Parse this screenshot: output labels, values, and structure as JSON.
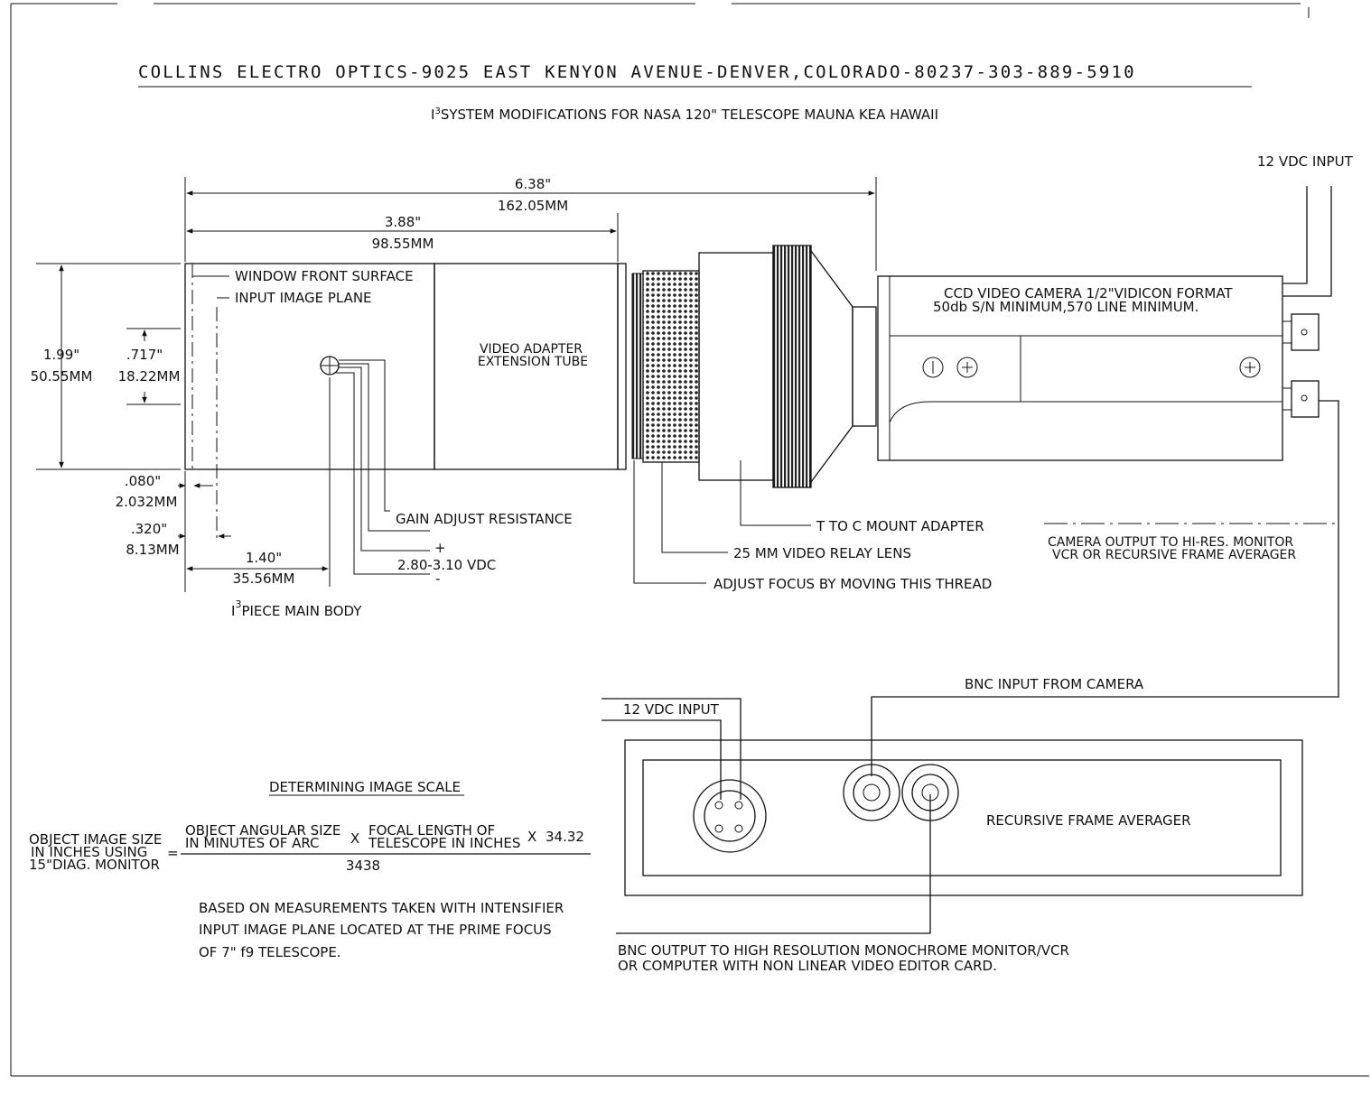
{
  "header": {
    "company": "COLLINS ELECTRO OPTICS-9025 EAST KENYON AVENUE-DENVER,COLORADO-80237-303-889-5910",
    "subtitle_prefix": "I",
    "subtitle_sup": "3",
    "subtitle_rest": "SYSTEM MODIFICATIONS FOR NASA 120\" TELESCOPE MAUNA KEA HAWAII"
  },
  "dimensions": {
    "overall_in": "6.38\"",
    "overall_mm": "162.05MM",
    "tube_in": "3.88\"",
    "tube_mm": "98.55MM",
    "height_in": "1.99\"",
    "height_mm": "50.55MM",
    "image_in": ".717\"",
    "image_mm": "18.22MM",
    "window_in": ".080\"",
    "window_mm": "2.032MM",
    "plane_in": ".320\"",
    "plane_mm": "8.13MM",
    "body_in": "1.40\"",
    "body_mm": "35.56MM"
  },
  "callouts": {
    "window_front": "WINDOW FRONT SURFACE",
    "input_plane": "INPUT IMAGE PLANE",
    "video_adapter_1": "VIDEO ADAPTER",
    "video_adapter_2": "EXTENSION TUBE",
    "gain_adjust": "GAIN ADJUST RESISTANCE",
    "plus": "+",
    "voltage": "2.80-3.10 VDC",
    "minus": "-",
    "main_body_prefix": "I",
    "main_body_sup": "3",
    "main_body_rest": "PIECE MAIN BODY",
    "t_to_c": "T TO C MOUNT ADAPTER",
    "relay_lens": "25 MM  VIDEO RELAY LENS",
    "adjust_focus": "ADJUST FOCUS BY MOVING THIS THREAD"
  },
  "camera": {
    "line1": "CCD VIDEO CAMERA 1/2\"VIDICON FORMAT",
    "line2": "50db S/N MINIMUM,570 LINE MINIMUM.",
    "power_input": "12 VDC INPUT",
    "output_1": "CAMERA OUTPUT TO HI-RES. MONITOR",
    "output_2": "VCR OR RECURSIVE FRAME AVERAGER"
  },
  "averager": {
    "label": "RECURSIVE FRAME AVERAGER",
    "power_input": "12 VDC INPUT",
    "bnc_input": "BNC INPUT FROM CAMERA",
    "bnc_output_1": "BNC OUTPUT TO HIGH RESOLUTION MONOCHROME MONITOR/VCR",
    "bnc_output_2": "OR COMPUTER WITH NON LINEAR VIDEO EDITOR CARD."
  },
  "formula": {
    "heading": "DETERMINING IMAGE SCALE",
    "lhs_1": "OBJECT IMAGE SIZE",
    "lhs_2": "IN INCHES USING",
    "lhs_3": "15\"DIAG. MONITOR",
    "equals": "=",
    "num_a_1": "OBJECT ANGULAR SIZE",
    "num_a_2": "IN MINUTES OF ARC",
    "times_1": "X",
    "num_b_1": "FOCAL LENGTH OF",
    "num_b_2": "TELESCOPE IN INCHES",
    "times_2": "X",
    "factor": "34.32",
    "denominator": "3438"
  },
  "notes": {
    "line1": "BASED ON MEASUREMENTS TAKEN WITH INTENSIFIER",
    "line2": "INPUT IMAGE PLANE LOCATED AT THE PRIME FOCUS",
    "line3": "OF 7\" f9 TELESCOPE."
  }
}
